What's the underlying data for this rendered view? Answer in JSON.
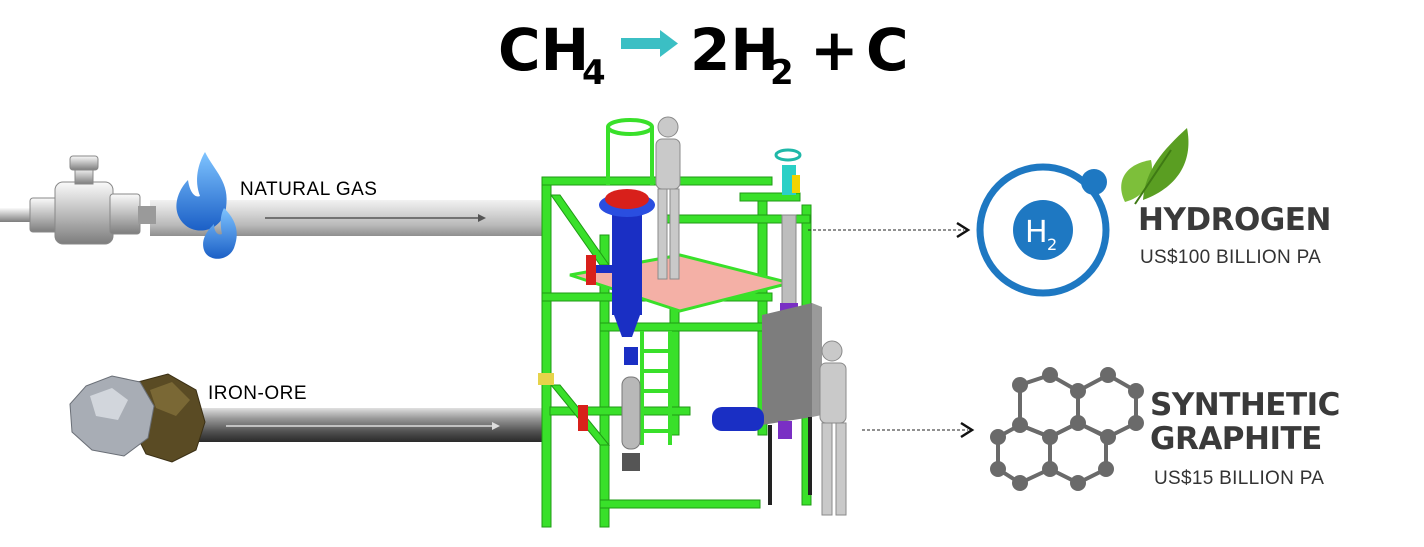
{
  "equation": {
    "reactant": "CH",
    "reactant_sub": "4",
    "product1_coef": "2H",
    "product1_sub": "2",
    "plus": "+",
    "product2": "C",
    "arrow_color": "#3bbfc4"
  },
  "inputs": [
    {
      "label": "NATURAL GAS",
      "icon": "flame-icon"
    },
    {
      "label": "IRON-ORE",
      "icon": "ore-rock-icon"
    }
  ],
  "outputs": [
    {
      "title": "HYDROGEN",
      "value": "US$100 BILLION PA",
      "icon_text": "H",
      "icon_sub": "2",
      "icon": "hydrogen-atom-icon"
    },
    {
      "title_line1": "SYNTHETIC",
      "title_line2": "GRAPHITE",
      "value": "US$15 BILLION PA",
      "icon": "graphite-lattice-icon"
    }
  ],
  "colors": {
    "frame_green": "#39e02a",
    "hydrogen_blue": "#1e78c2",
    "leaf_green": "#6cae2e",
    "graphite_grey": "#6a6a6a",
    "flame_blue": "#3a8de0"
  }
}
